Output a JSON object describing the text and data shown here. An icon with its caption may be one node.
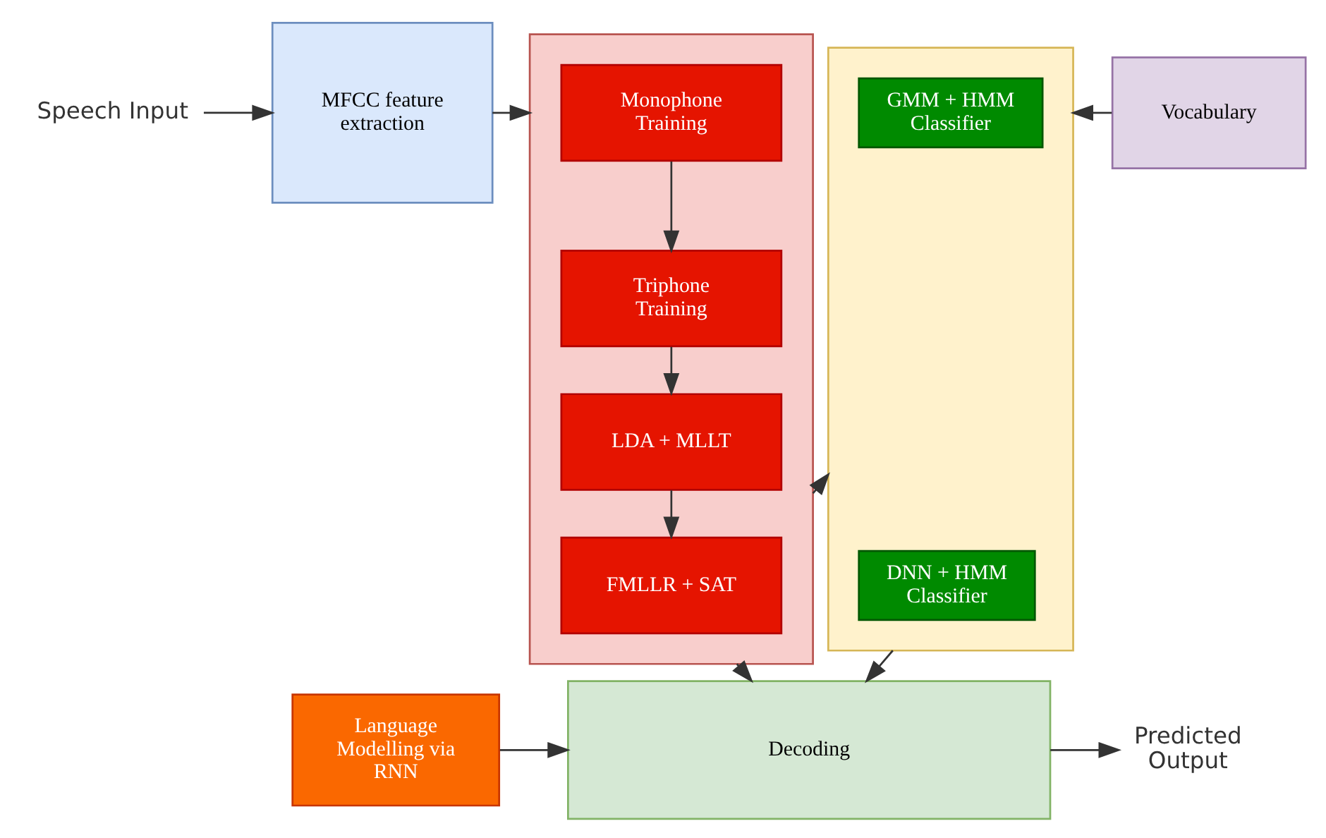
{
  "diagram": {
    "nodes": [
      {
        "text": [
          "Speech Input"
        ]
      },
      {
        "text": [
          "MFCC feature extraction"
        ]
      },
      {
        "text": [],
        "shape": "box"
      },
      {
        "text": [
          "Monophone Training"
        ],
        "in": 2
      },
      {
        "text": [
          "Triphone Training"
        ],
        "in": 2
      },
      {
        "text": [
          "LDA + MLLT"
        ],
        "in": 2
      },
      {
        "text": [
          "FMLLR + SAT"
        ],
        "in": 2
      },
      {
        "text": [],
        "shape": "box"
      },
      {
        "text": [
          "GMM + HMM Classifier"
        ],
        "in": 7
      },
      {
        "text": [
          "DNN + HMM Classifier"
        ],
        "in": 7
      },
      {
        "text": [
          "Vocabulary"
        ]
      },
      {
        "text": [
          "Decoding"
        ]
      },
      {
        "text": [
          "Predicted Output"
        ]
      },
      {
        "text": [
          "Language Modelling via RNN"
        ]
      }
    ],
    "edges": [
      {
        "from": 0,
        "to": 1,
        "arrow": "to"
      },
      {
        "from": 1,
        "to": 2,
        "arrow": "to"
      },
      {
        "from": 3,
        "to": 4,
        "arrow": "to"
      },
      {
        "from": 4,
        "to": 5,
        "arrow": "to"
      },
      {
        "from": 5,
        "to": 6,
        "arrow": "to"
      },
      {
        "from": 2,
        "to": 7,
        "arrow": "to"
      },
      {
        "from": 10,
        "to": 7,
        "arrow": "to"
      },
      {
        "from": 2,
        "to": 11,
        "arrow": "to"
      },
      {
        "from": 7,
        "to": 11,
        "arrow": "to"
      },
      {
        "from": 11,
        "to": 12,
        "arrow": "to"
      },
      {
        "from": 13,
        "to": 11,
        "arrow": "to"
      }
    ]
  }
}
